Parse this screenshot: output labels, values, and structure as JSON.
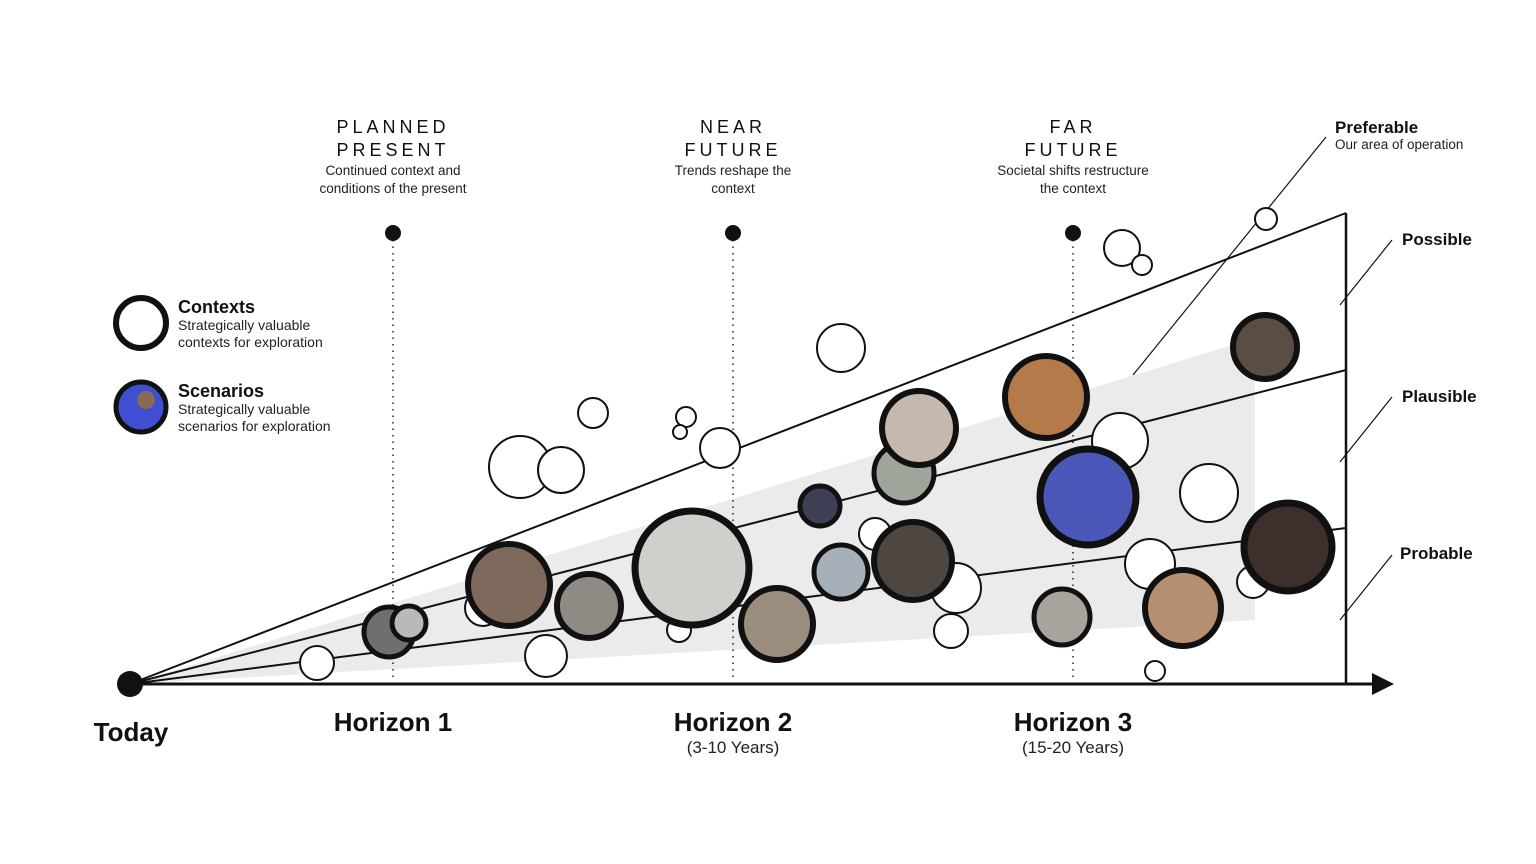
{
  "horizons": [
    {
      "heading": [
        "PLANNED",
        "PRESENT"
      ],
      "description": [
        "Continued context and",
        "conditions of the present"
      ],
      "label": "Horizon 1",
      "years": ""
    },
    {
      "heading": [
        "NEAR",
        "FUTURE"
      ],
      "description": [
        "Trends reshape the",
        "context"
      ],
      "label": "Horizon 2",
      "years": "(3-10 Years)"
    },
    {
      "heading": [
        "FAR",
        "FUTURE"
      ],
      "description": [
        "Societal shifts restructure",
        "the context"
      ],
      "label": "Horizon 3",
      "years": "(15-20 Years)"
    }
  ],
  "origin_label": "Today",
  "cone": {
    "preferable": {
      "title": "Preferable",
      "subtitle": "Our area of operation"
    },
    "possible": "Possible",
    "plausible": "Plausible",
    "probable": "Probable"
  },
  "legend": [
    {
      "icon": "open-circle-icon",
      "title": "Contexts",
      "description": [
        "Strategically valuable",
        "contexts for exploration"
      ]
    },
    {
      "icon": "photo-circle-icon",
      "title": "Scenarios",
      "description": [
        "Strategically valuable",
        "scenarios for exploration"
      ]
    }
  ],
  "colors": {
    "line": "#111111",
    "preferable_zone": "#ebebeb",
    "background": "#ffffff"
  }
}
